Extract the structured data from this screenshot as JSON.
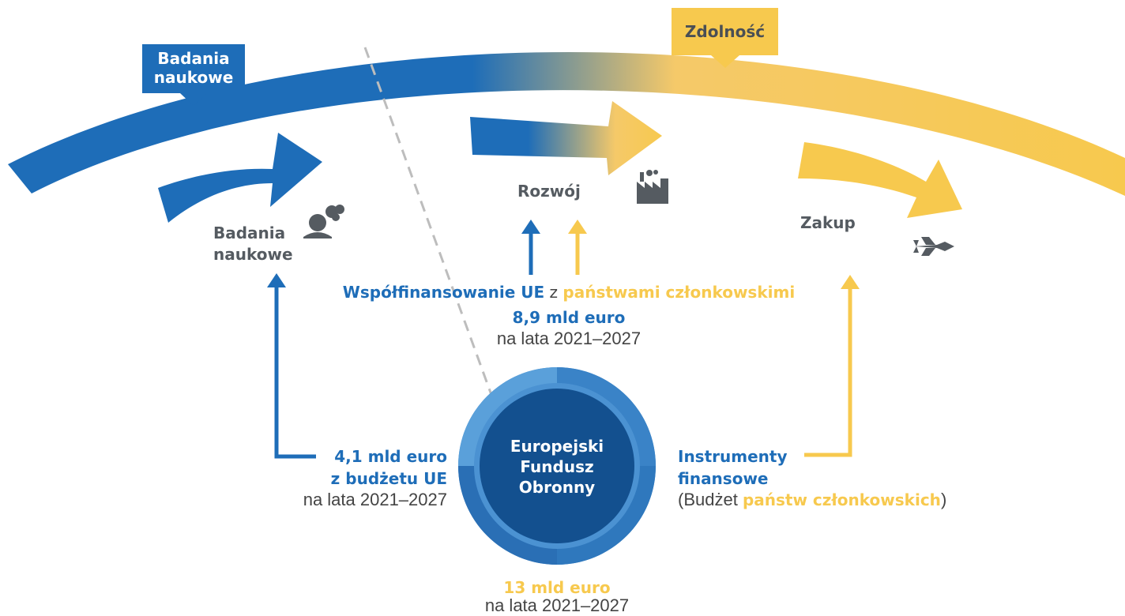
{
  "stages": {
    "research_tag": "Badania\nnaukowe",
    "capability_tag": "Zdolność",
    "research": "Badania\nnaukowe",
    "development": "Rozwój",
    "acquisition": "Zakup"
  },
  "cofinancing": {
    "eu_part": "Współfinansowanie UE",
    "connector": " z ",
    "member_states_part": "państwami członkowskimi",
    "amount": "8,9 mld euro",
    "period": "na lata 2021–2027"
  },
  "eu_budget": {
    "amount": "4,1 mld euro",
    "source": "z budżetu UE",
    "period": "na lata 2021–2027"
  },
  "instruments": {
    "line1": "Instrumenty",
    "line2": "finansowe",
    "budget_open": "(Budżet ",
    "budget_highlight": "państw członkowskich",
    "budget_close": ")"
  },
  "fund": {
    "name": "Europejski\nFundusz\nObronny",
    "total_amount": "13 mld euro",
    "total_period": "na lata 2021–2027"
  },
  "icons": [
    "thinking-person-icon",
    "factory-icon",
    "fighter-jet-icon"
  ],
  "colors": {
    "blue": "#1e6db8",
    "yellow": "#f7c94e",
    "grey_text": "#555b61",
    "fund_dark": "#13508f"
  }
}
